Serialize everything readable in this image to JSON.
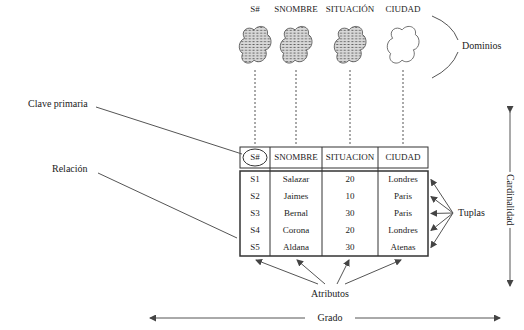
{
  "diagram": {
    "nodes": [
      {
        "text": [
          "S#"
        ]
      },
      {
        "text": [
          "SNOMBRE"
        ]
      },
      {
        "text": [
          "SITUACIÓN"
        ]
      },
      {
        "text": [
          "CIUDAD"
        ]
      }
    ],
    "labels": [
      "Dominios",
      "Clave primaria",
      "S#",
      "SNOMBRE",
      "SITUACION",
      "CIUDAD",
      "Relación",
      "S1",
      "Salazar",
      "20",
      "Londres",
      "S2",
      "Jaimes",
      "10",
      "Paris",
      "S3",
      "Bernal",
      "30",
      "Paris",
      "S4",
      "Corona",
      "20",
      "Londres",
      "S5",
      "Aldana",
      "30",
      "Atenas",
      "Tuplas",
      "Cardinalidad",
      "Atributos",
      "Grado"
    ]
  }
}
